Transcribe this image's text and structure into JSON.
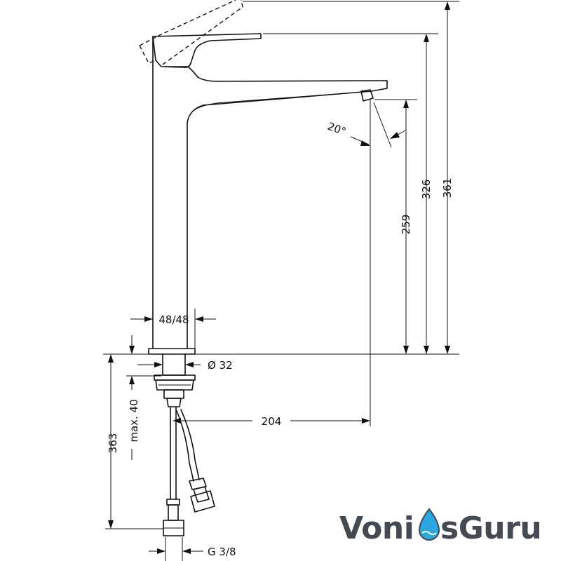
{
  "dimensions": {
    "height_total": "361",
    "height_handle": "326",
    "height_spout": "259",
    "angle": "20°",
    "base_width": "48/48",
    "shank_diameter": "Ø 32",
    "reach": "204",
    "max_thickness": "max. 40",
    "hose_length": "363",
    "connection": "G 3/8"
  },
  "watermark": {
    "text_left": "Voni",
    "text_right": "sGuru",
    "drop_color": "#2aa6e0",
    "text_color": "#444a52"
  }
}
